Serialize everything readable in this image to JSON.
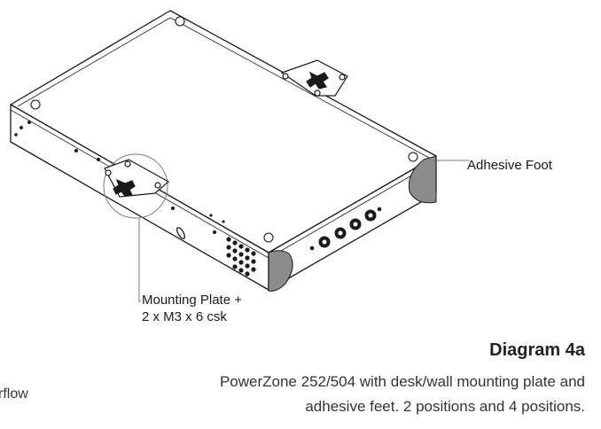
{
  "labels": {
    "adhesive_foot": "Adhesive Foot",
    "mounting_plate_line1": "Mounting Plate +",
    "mounting_plate_line2": "2 x M3 x 6 csk"
  },
  "caption": {
    "title": "Diagram 4a",
    "line1": "PowerZone 252/504 with desk/wall mounting plate and",
    "line2": "adhesive feet. 2 positions and 4 positions."
  },
  "cropped_text": "rflow",
  "colors": {
    "line": "#1a1a1a",
    "foot_fill": "#8c8c8c",
    "background": "#ffffff"
  }
}
